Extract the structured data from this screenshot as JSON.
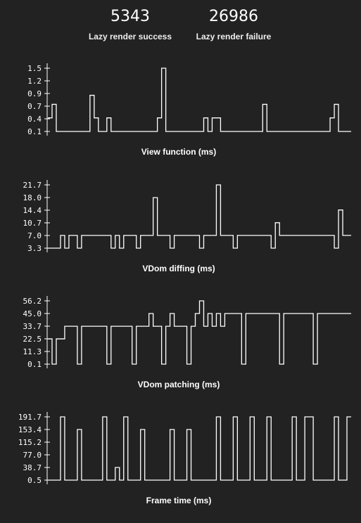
{
  "stats": {
    "success_value": "5343",
    "success_label": "Lazy render success",
    "failure_value": "26986",
    "failure_label": "Lazy render failure"
  },
  "chart_data": [
    {
      "type": "line",
      "xlabel": "View function (ms)",
      "y_ticks": [
        "1.5",
        "1.2",
        "0.9",
        "0.7",
        "0.4",
        "0.1"
      ],
      "ylim": [
        0.1,
        1.5
      ],
      "values": [
        0.4,
        0.7,
        0.1,
        0.1,
        0.1,
        0.1,
        0.1,
        0.1,
        0.1,
        0.1,
        0.9,
        0.4,
        0.1,
        0.1,
        0.4,
        0.1,
        0.1,
        0.1,
        0.1,
        0.1,
        0.1,
        0.1,
        0.1,
        0.1,
        0.1,
        0.1,
        0.4,
        1.5,
        0.1,
        0.1,
        0.1,
        0.1,
        0.1,
        0.1,
        0.1,
        0.1,
        0.1,
        0.4,
        0.1,
        0.4,
        0.4,
        0.1,
        0.1,
        0.1,
        0.1,
        0.1,
        0.1,
        0.1,
        0.1,
        0.1,
        0.1,
        0.7,
        0.1,
        0.1,
        0.1,
        0.1,
        0.1,
        0.1,
        0.1,
        0.1,
        0.1,
        0.1,
        0.1,
        0.1,
        0.1,
        0.1,
        0.1,
        0.4,
        0.7,
        0.1,
        0.1,
        0.1
      ]
    },
    {
      "type": "line",
      "xlabel": "VDom diffing (ms)",
      "y_ticks": [
        "21.7",
        "18.0",
        "14.4",
        "10.7",
        "7.0",
        "3.3"
      ],
      "ylim": [
        3.3,
        21.7
      ],
      "values": [
        3.3,
        3.3,
        3.3,
        7.0,
        3.3,
        7.0,
        7.0,
        3.3,
        7.0,
        7.0,
        7.0,
        7.0,
        7.0,
        7.0,
        7.0,
        3.3,
        7.0,
        3.3,
        7.0,
        7.0,
        7.0,
        3.3,
        7.0,
        7.0,
        7.0,
        18.0,
        7.0,
        7.0,
        7.0,
        3.3,
        7.0,
        7.0,
        7.0,
        7.0,
        7.0,
        7.0,
        3.3,
        7.0,
        7.0,
        7.0,
        21.7,
        7.0,
        7.0,
        7.0,
        3.3,
        7.0,
        7.0,
        7.0,
        7.0,
        7.0,
        7.0,
        7.0,
        7.0,
        3.3,
        10.7,
        7.0,
        7.0,
        7.0,
        7.0,
        7.0,
        7.0,
        7.0,
        7.0,
        7.0,
        7.0,
        7.0,
        7.0,
        7.0,
        3.3,
        14.4,
        7.0,
        7.0
      ]
    },
    {
      "type": "line",
      "xlabel": "VDom patching (ms)",
      "y_ticks": [
        "56.2",
        "45.0",
        "33.7",
        "22.5",
        "11.3",
        "0.1"
      ],
      "ylim": [
        0.1,
        56.2
      ],
      "values": [
        22.5,
        0.1,
        22.5,
        22.5,
        33.7,
        33.7,
        33.7,
        0.1,
        33.7,
        33.7,
        33.7,
        33.7,
        33.7,
        33.7,
        0.1,
        33.7,
        33.7,
        33.7,
        33.7,
        33.7,
        0.1,
        33.7,
        33.7,
        33.7,
        45.0,
        33.7,
        33.7,
        0.1,
        33.7,
        45.0,
        33.7,
        33.7,
        33.7,
        0.1,
        33.7,
        45.0,
        56.2,
        33.7,
        45.0,
        33.7,
        45.0,
        33.7,
        45.0,
        45.0,
        45.0,
        45.0,
        0.1,
        45.0,
        45.0,
        45.0,
        45.0,
        45.0,
        45.0,
        45.0,
        45.0,
        0.1,
        45.0,
        45.0,
        45.0,
        45.0,
        45.0,
        45.0,
        45.0,
        0.1,
        45.0,
        45.0,
        45.0,
        45.0,
        45.0,
        45.0,
        45.0,
        45.0
      ]
    },
    {
      "type": "line",
      "xlabel": "Frame time (ms)",
      "y_ticks": [
        "191.7",
        "153.4",
        "115.2",
        "77.0",
        "38.7",
        "0.5"
      ],
      "ylim": [
        0.5,
        191.7
      ],
      "values": [
        0.5,
        0.5,
        0.5,
        191.7,
        0.5,
        0.5,
        0.5,
        153.4,
        0.5,
        0.5,
        0.5,
        0.5,
        0.5,
        191.7,
        0.5,
        0.5,
        38.7,
        0.5,
        191.7,
        0.5,
        0.5,
        0.5,
        153.4,
        0.5,
        0.5,
        0.5,
        0.5,
        0.5,
        0.5,
        153.4,
        0.5,
        0.5,
        0.5,
        153.4,
        0.5,
        0.5,
        0.5,
        0.5,
        0.5,
        0.5,
        191.7,
        0.5,
        0.5,
        0.5,
        191.7,
        0.5,
        0.5,
        0.5,
        191.7,
        0.5,
        0.5,
        0.5,
        191.7,
        0.5,
        0.5,
        0.5,
        0.5,
        0.5,
        191.7,
        0.5,
        0.5,
        191.7,
        191.7,
        0.5,
        0.5,
        0.5,
        0.5,
        0.5,
        191.7,
        0.5,
        0.5,
        191.7
      ]
    }
  ]
}
